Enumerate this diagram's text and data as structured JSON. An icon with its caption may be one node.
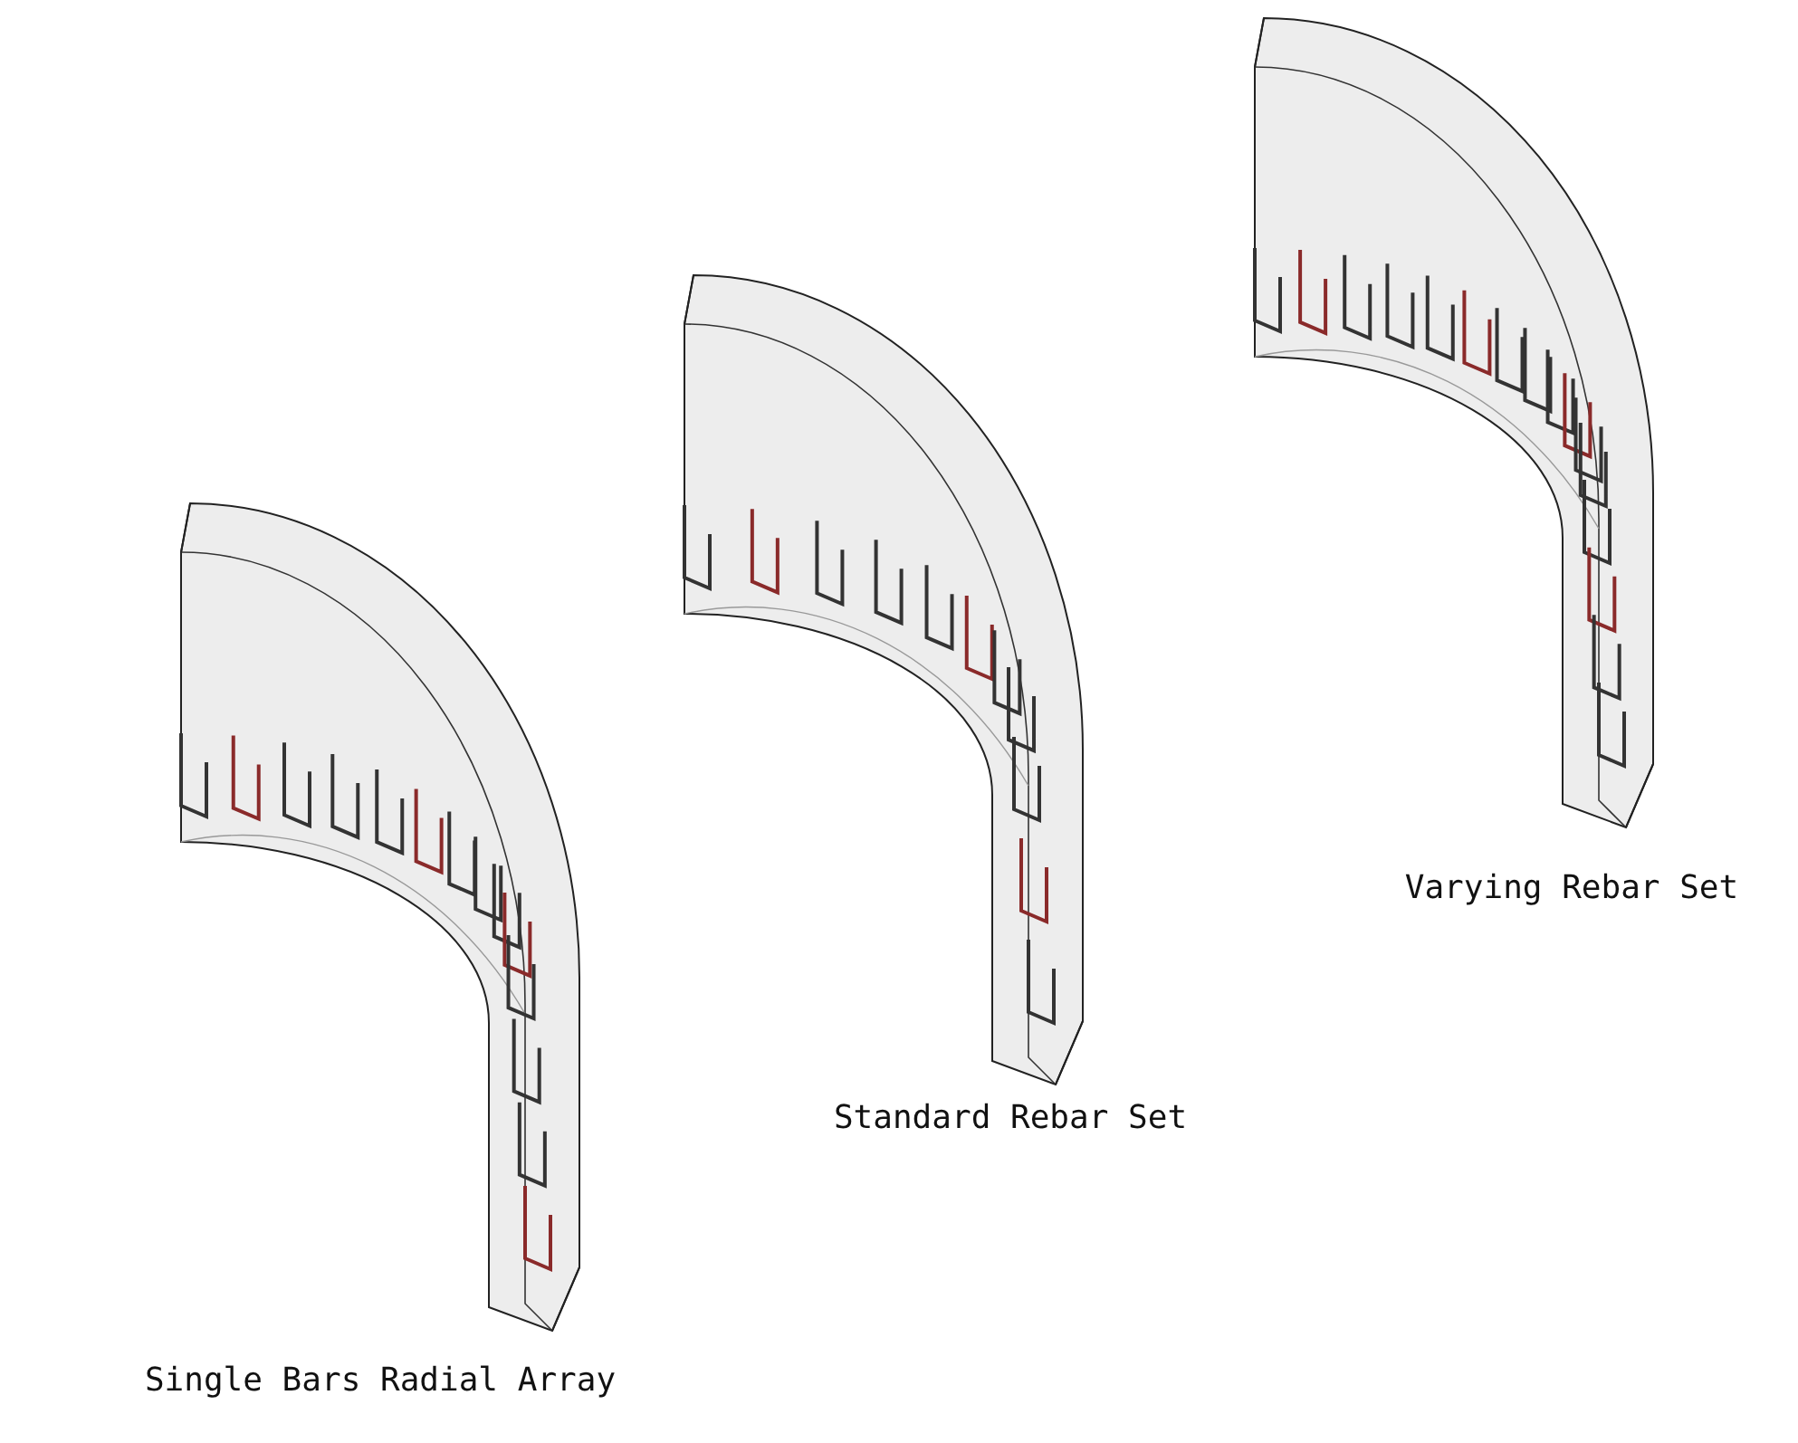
{
  "diagram": {
    "labels": [
      "Single Bars Radial Array",
      "Standard Rebar Set",
      "Varying Rebar Set"
    ]
  }
}
